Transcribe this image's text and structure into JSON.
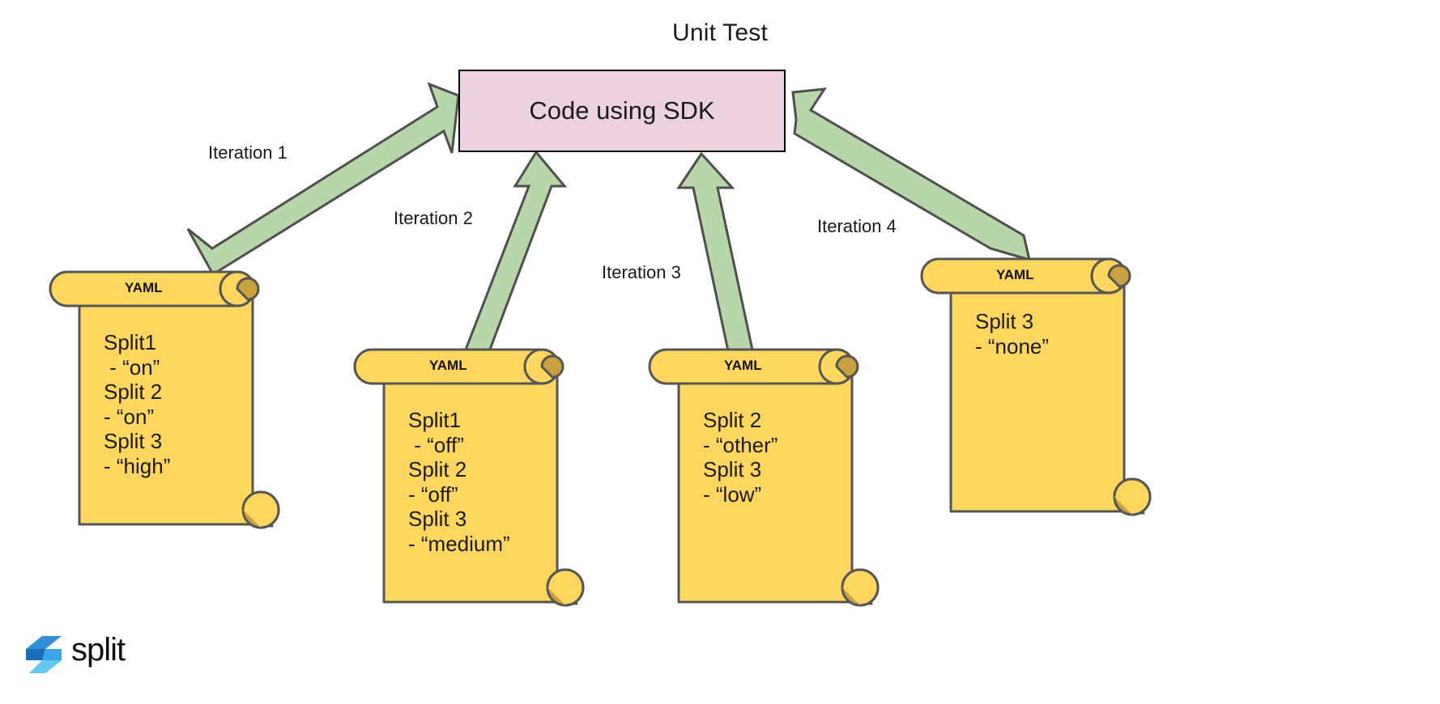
{
  "diagram": {
    "title": "Unit Test",
    "central_node": {
      "label": "Code using SDK",
      "fill": "#ecd2e0",
      "border": "#000000"
    },
    "arrow_style": {
      "fill": "#b7d7a8",
      "border": "#4f4f4f"
    },
    "scroll_style": {
      "fill": "#ffd75e",
      "curl_fill": "#c9a23f",
      "border": "#555555"
    },
    "iterations": [
      {
        "label": "Iteration 1"
      },
      {
        "label": "Iteration 2"
      },
      {
        "label": "Iteration 3"
      },
      {
        "label": "Iteration 4"
      }
    ],
    "scrolls": [
      {
        "cap": "YAML",
        "lines": [
          "Split1",
          " - “on”",
          "Split 2",
          "- “on”",
          "Split 3",
          "- “high”"
        ],
        "text": "Split1\n - “on”\nSplit 2\n- “on”\nSplit 3\n- “high”"
      },
      {
        "cap": "YAML",
        "lines": [
          "Split1",
          " - “off”",
          "Split 2",
          "- “off”",
          "Split 3",
          "- “medium”"
        ],
        "text": "Split1\n - “off”\nSplit 2\n- “off”\nSplit 3\n- “medium”"
      },
      {
        "cap": "YAML",
        "lines": [
          "Split 2",
          "- “other”",
          "Split 3",
          "- “low”"
        ],
        "text": "Split 2\n- “other”\nSplit 3\n- “low”"
      },
      {
        "cap": "YAML",
        "lines": [
          "Split 3",
          "- “none”"
        ],
        "text": "Split 3\n- “none”"
      }
    ],
    "logo": {
      "wordmark": "split",
      "mark_color_dark": "#1a7fd4",
      "mark_color_light": "#5ec2f0"
    }
  }
}
